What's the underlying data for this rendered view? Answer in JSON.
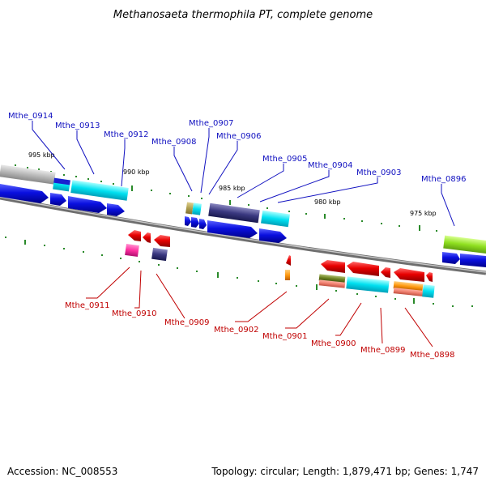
{
  "title": "Methanosaeta thermophila PT, complete genome",
  "footer": {
    "accession": "Accession: NC_008553",
    "summary": "Topology: circular; Length: 1,879,471 bp; Genes: 1,747"
  },
  "scale_labels": [
    "995 kbp",
    "990 kbp",
    "985 kbp",
    "980 kbp",
    "975 kbp"
  ],
  "top_labels": [
    "Mthe_0914",
    "Mthe_0913",
    "Mthe_0912",
    "Mthe_0907",
    "Mthe_0908",
    "Mthe_0906",
    "Mthe_0905",
    "Mthe_0904",
    "Mthe_0903",
    "Mthe_0896"
  ],
  "bottom_labels": [
    "Mthe_0911",
    "Mthe_0910",
    "Mthe_0909",
    "Mthe_0902",
    "Mthe_0901",
    "Mthe_0900",
    "Mthe_0899",
    "Mthe_0898"
  ],
  "colors": {
    "forward_cds": "#0a10e0",
    "reverse_cds": "#e80000",
    "label_top": "#1010c0",
    "label_bottom": "#c00000",
    "tick": "#2a8a2a",
    "backbone": "#8a8a8a"
  }
}
